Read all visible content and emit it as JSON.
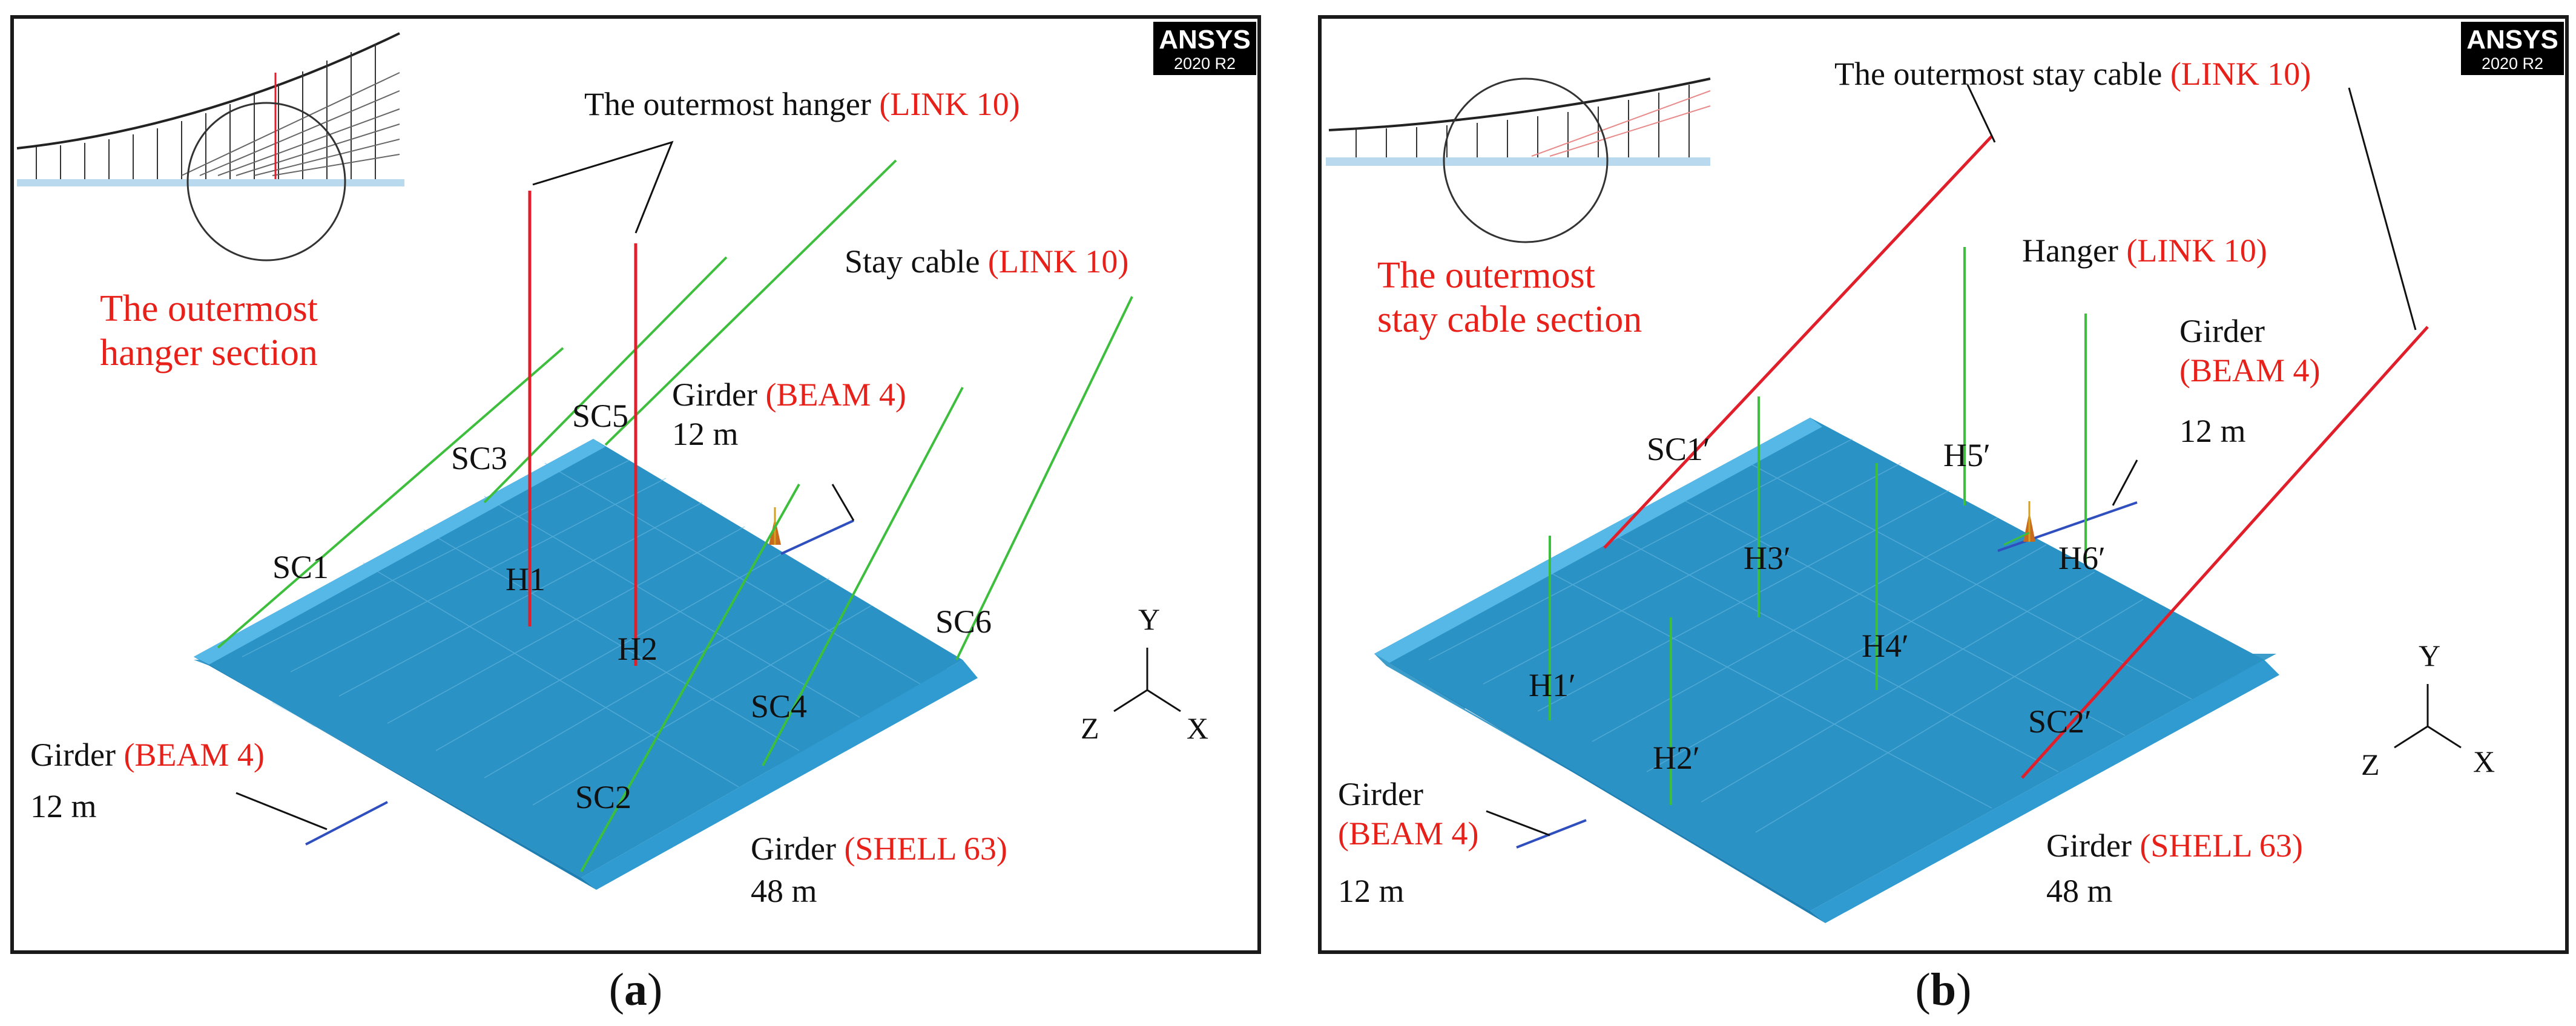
{
  "brand": {
    "name": "ANSYS",
    "version": "2020",
    "release": "R2"
  },
  "panel_a": {
    "caption_open": "(",
    "caption_letter": "a",
    "caption_close": ")",
    "section_label": [
      "The outermost",
      "hanger section"
    ],
    "hanger_callout": {
      "text": "The outermost hanger ",
      "type": "(LINK 10)"
    },
    "stay_callout": {
      "text": "Stay cable ",
      "type": "(LINK 10)"
    },
    "girder_top": {
      "text": "Girder ",
      "type": "(BEAM 4)",
      "length": "12 m"
    },
    "girder_left": {
      "text": "Girder ",
      "type": "(BEAM 4)",
      "length": "12 m"
    },
    "girder_shell": {
      "text": "Girder ",
      "type": "(SHELL 63)",
      "length": "48 m"
    },
    "cable_labels": [
      "SC1",
      "SC3",
      "SC5",
      "H1",
      "H2",
      "SC6",
      "SC4",
      "SC2"
    ],
    "axes": {
      "y": "Y",
      "z": "Z",
      "x": "X"
    }
  },
  "panel_b": {
    "caption_open": "(",
    "caption_letter": "b",
    "caption_close": ")",
    "section_label": [
      "The outermost",
      "stay cable section"
    ],
    "stay_callout": {
      "text": "The outermost stay cable ",
      "type": "(LINK 10)"
    },
    "hanger_callout": {
      "text": "Hanger ",
      "type": "(LINK 10)"
    },
    "girder_top": {
      "line1": "Girder",
      "type": "(BEAM 4)",
      "length": "12 m"
    },
    "girder_left": {
      "line1": "Girder",
      "type": "(BEAM 4)",
      "length": "12 m"
    },
    "girder_shell": {
      "text": "Girder ",
      "type": "(SHELL 63)",
      "length": "48 m"
    },
    "cable_labels": [
      "SC1′",
      "H5′",
      "H3′",
      "H6′",
      "H4′",
      "H1′",
      "H2′",
      "SC2′"
    ],
    "axes": {
      "y": "Y",
      "z": "Z",
      "x": "X"
    }
  },
  "colors": {
    "deck": "#2b92c5",
    "deck_light": "#4aa9d8",
    "deck_edge": "#55b8e6",
    "hanger": "#e01f2b",
    "stay": "#3dbf3d",
    "beam": "#2f4fbf",
    "text_red": "#e8201a"
  }
}
